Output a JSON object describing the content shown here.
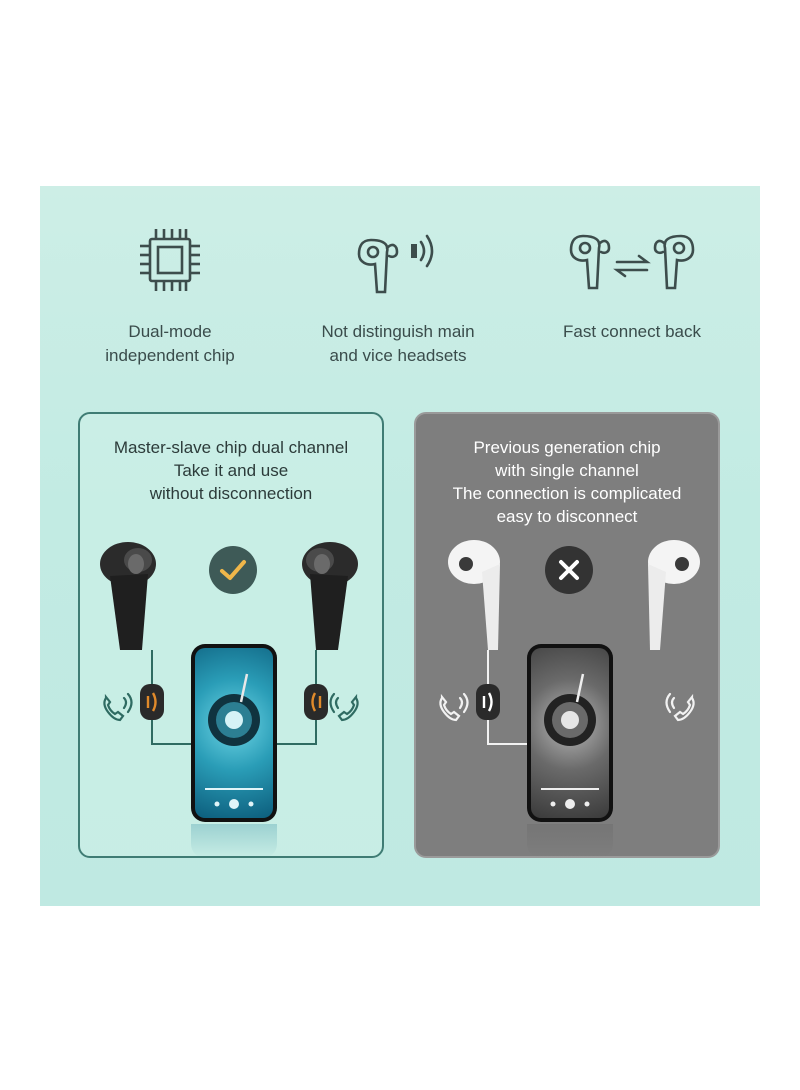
{
  "features": [
    {
      "icon": "chip-icon",
      "label": "Dual-mode\nindependent chip"
    },
    {
      "icon": "earbud-signal-icon",
      "label": "Not distinguish main\nand vice headsets"
    },
    {
      "icon": "earbud-swap-icon",
      "label": "Fast connect back"
    }
  ],
  "panels": {
    "left": {
      "title": "Master-slave chip dual channel\nTake it and use\nwithout disconnection",
      "badge": "check-icon"
    },
    "right": {
      "title": "Previous generation chip\nwith single channel\nThe connection is complicated\neasy to disconnect",
      "badge": "close-icon"
    }
  },
  "colors": {
    "accent": "#3f7c74",
    "check_badge": "#3e5a57",
    "check_mark": "#f0b74a",
    "cross_badge": "#333333",
    "signal_orange": "#e08a2a"
  }
}
